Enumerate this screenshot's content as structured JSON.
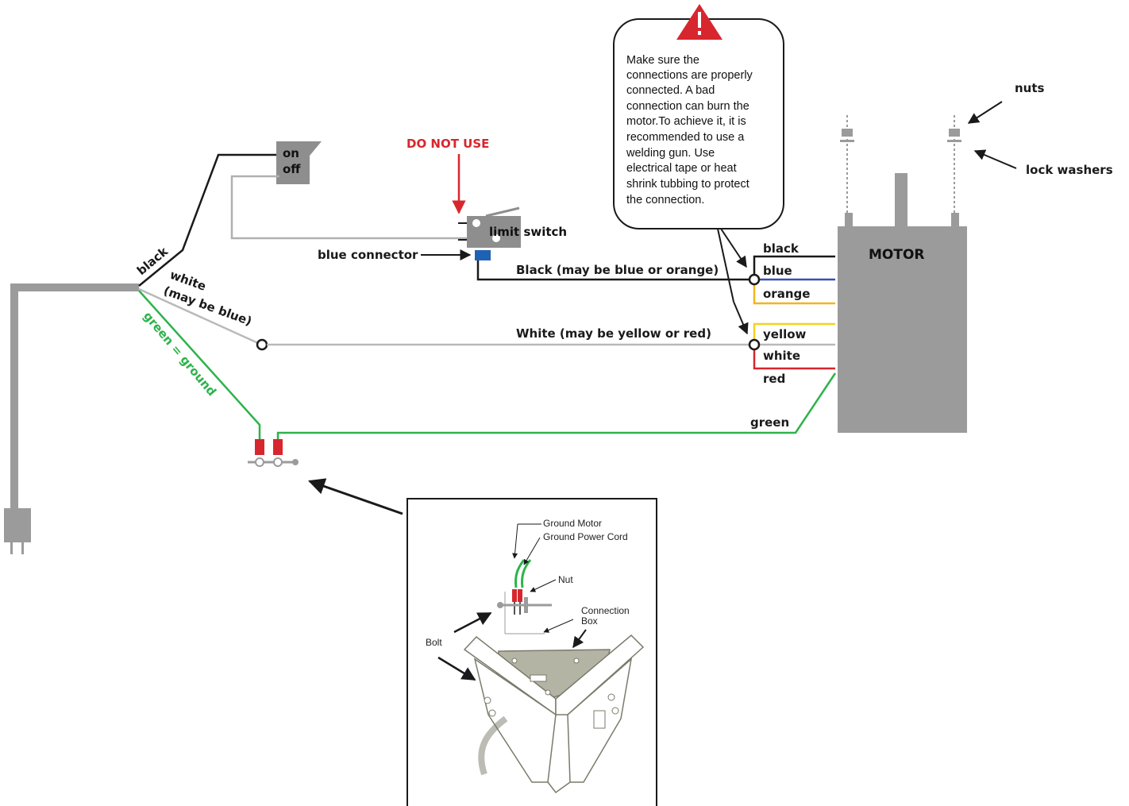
{
  "warning": {
    "icon": "warning-triangle-icon",
    "lines": [
      "Make sure the",
      "connections are properly",
      "connected. A bad",
      "connection can burn the",
      "motor.To achieve it, it is",
      "recommended to use a",
      "welding gun. Use",
      "electrical tape or heat",
      "shrink tubbing to protect",
      "the connection."
    ]
  },
  "switch": {
    "on": "on",
    "off": "off"
  },
  "limit_switch": {
    "label": "limit switch",
    "do_not_use": "DO NOT USE",
    "blue_connector": "blue connector"
  },
  "cord_labels": {
    "black": "black",
    "white_line1": "white",
    "white_line2": "(may be blue)",
    "green": "green = ground"
  },
  "wire_labels": {
    "black_main": "Black (may be blue or orange)",
    "white_main": "White (may be yellow or red)",
    "green": "green"
  },
  "motor": {
    "label": "MOTOR",
    "leads": [
      "black",
      "blue",
      "orange",
      "yellow",
      "white",
      "red"
    ],
    "nuts": "nuts",
    "lock_washers": "lock washers"
  },
  "inset": {
    "ground_motor": "Ground Motor",
    "ground_power_cord": "Ground Power Cord",
    "nut": "Nut",
    "connection": "Connection",
    "box": "Box",
    "bolt": "Bolt"
  },
  "colors": {
    "black_wire": "#1a1a1a",
    "white_wire": "#b9b9b9",
    "green_wire": "#2db34a",
    "blue_wire": "#3a4fb5",
    "orange_wire": "#f2b51c",
    "yellow_wire": "#f4d21f",
    "red_wire": "#d8262e",
    "grey_part": "#9b9b9b",
    "warning_red": "#d8262e"
  }
}
